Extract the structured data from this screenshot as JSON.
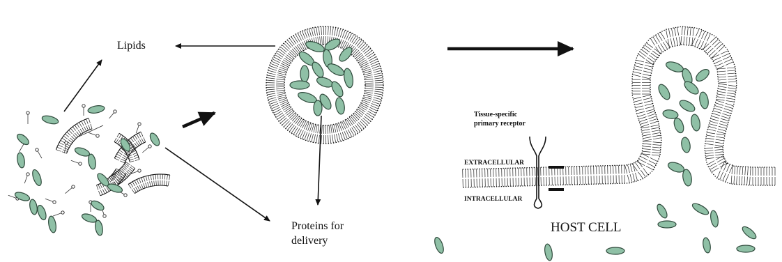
{
  "labels": {
    "lipids": "Lipids",
    "proteins_line1": "Proteins for",
    "proteins_line2": "delivery",
    "receptor_line1": "Tissue-specific",
    "receptor_line2": "primary receptor",
    "extracellular": "EXTRACELLULAR",
    "intracellular": "INTRACELLULAR",
    "host_cell": "HOST CELL"
  },
  "colors": {
    "protein_fill": "#8fc0a6",
    "protein_stroke": "#2f4a3c",
    "membrane_stroke": "#222222",
    "arrow": "#111111"
  }
}
